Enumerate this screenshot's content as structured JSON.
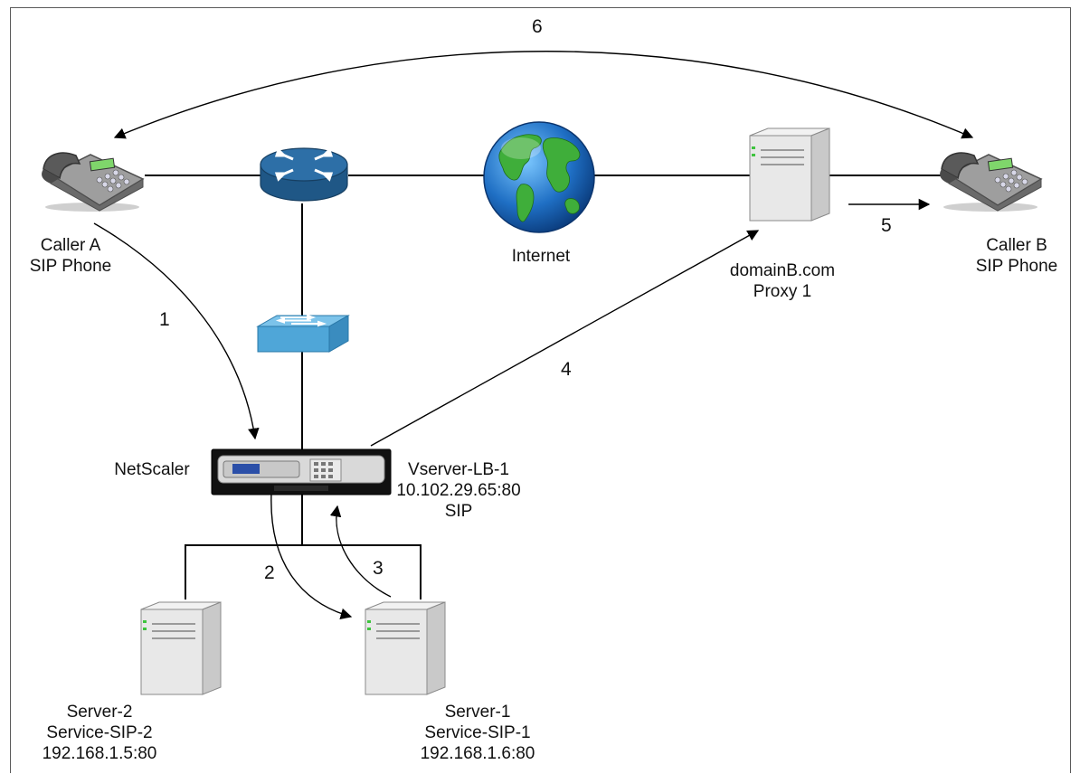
{
  "nodes": {
    "caller_a": {
      "name": "Caller A",
      "type": "SIP Phone"
    },
    "caller_b": {
      "name": "Caller B",
      "type": "SIP Phone"
    },
    "internet": {
      "name": "Internet"
    },
    "proxy": {
      "name": "domainB.com",
      "role": "Proxy 1"
    },
    "netscaler": {
      "name": "NetScaler"
    },
    "vserver": {
      "name": "Vserver-LB-1",
      "address": "10.102.29.65:80",
      "protocol": "SIP"
    },
    "server_2": {
      "name": "Server-2",
      "service": "Service-SIP-2",
      "address": "192.168.1.5:80"
    },
    "server_1": {
      "name": "Server-1",
      "service": "Service-SIP-1",
      "address": "192.168.1.6:80"
    }
  },
  "steps": [
    "1",
    "2",
    "3",
    "4",
    "5",
    "6"
  ],
  "colors": {
    "router_blue": "#2d6fa7",
    "switch_blue": "#4fa6d8",
    "globe_ocean": "#1f6fc4",
    "globe_land": "#3fae3a",
    "line": "#000000",
    "frame": "#5a5a5a"
  }
}
